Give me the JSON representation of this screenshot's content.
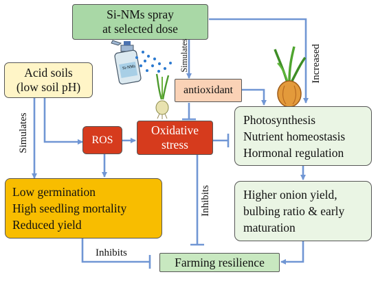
{
  "nodes": {
    "si_nms": {
      "lines": [
        "Si-NMs  spray",
        "at selected dose"
      ]
    },
    "acid_soils": {
      "lines": [
        "Acid soils",
        "(low soil pH)"
      ]
    },
    "antioxidant": {
      "label": "antioxidant"
    },
    "ros": {
      "label": "ROS"
    },
    "oxidative_stress": {
      "lines": [
        "Oxidative",
        "stress"
      ]
    },
    "physiology": {
      "lines": [
        "Photosynthesis",
        "Nutrient homeostasis",
        "Hormonal regulation"
      ]
    },
    "negative_effects": {
      "lines": [
        "Low germination",
        "High seedling mortality",
        "Reduced yield"
      ]
    },
    "yield": {
      "lines": [
        "Higher onion yield,",
        "bulbing ratio & early",
        "maturation"
      ]
    },
    "resilience": {
      "label": "Farming resilience"
    }
  },
  "edge_labels": {
    "simulates_spray": "Simulates",
    "simulates_acid": "Simulates",
    "increased": "Increased",
    "inhibits_vertical": "Inhibits",
    "inhibits_horizontal": "Inhibits"
  },
  "spray_bottle": {
    "label": "Si-NMs"
  },
  "colors": {
    "green_box": "#a9d8a6",
    "light_green_box": "#eaf5e4",
    "yellow_box": "#fff5c7",
    "orange_box": "#f8bd00",
    "ros_box": "#d63b1d",
    "antioxidant_box": "#fad2b6",
    "resilience_box": "#c8e8c0",
    "arrow": "#7096d4"
  }
}
